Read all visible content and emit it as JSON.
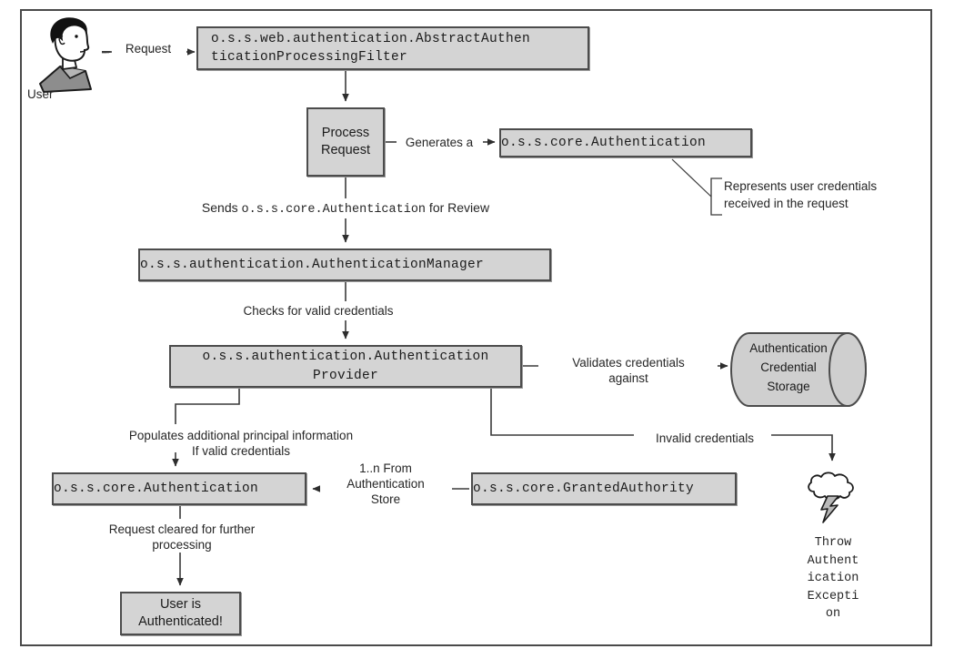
{
  "diagram": {
    "title": "Spring Security authentication flow",
    "frame_border_color": "#4a4a4a",
    "node_fill": "#d4d4d4",
    "node_border": "#4c4c4c",
    "line_color": "#3a3a3a"
  },
  "actor": {
    "name": "user-actor",
    "label": "User"
  },
  "nodes": {
    "filter": "o.s.s.web.authentication.AbstractAuthen\nticationProcessingFilter",
    "process_request": "Process\nRequest",
    "core_authentication_1": "o.s.s.core.Authentication",
    "authentication_manager": "o.s.s.authentication.AuthenticationManager",
    "authentication_provider": "o.s.s.authentication.Authentication\nProvider",
    "credential_storage": "Authentication\nCredential\nStorage",
    "core_authentication_2": "o.s.s.core.Authentication",
    "granted_authority": "o.s.s.core.GrantedAuthority",
    "user_authenticated": "User is\nAuthenticated!",
    "exception": "Throw\nAuthent\nication\nExcepti\non"
  },
  "edge_labels": {
    "request": "Request",
    "generates_a": "Generates a",
    "sends_prefix": "Sends ",
    "sends_mono": "o.s.s.core.Authentication",
    "sends_suffix": " for Review",
    "checks_for_valid_credentials": "Checks for valid credentials",
    "validates_credentials_against": "Validates credentials\nagainst",
    "invalid_credentials": "Invalid credentials",
    "populates": "Populates additional principal information\nIf valid credentials",
    "one_to_n": "1..n From\nAuthentication\nStore",
    "request_cleared": "Request cleared for further\nprocessing"
  },
  "annotations": {
    "represents": "Represents user credentials\nreceived in the request"
  }
}
